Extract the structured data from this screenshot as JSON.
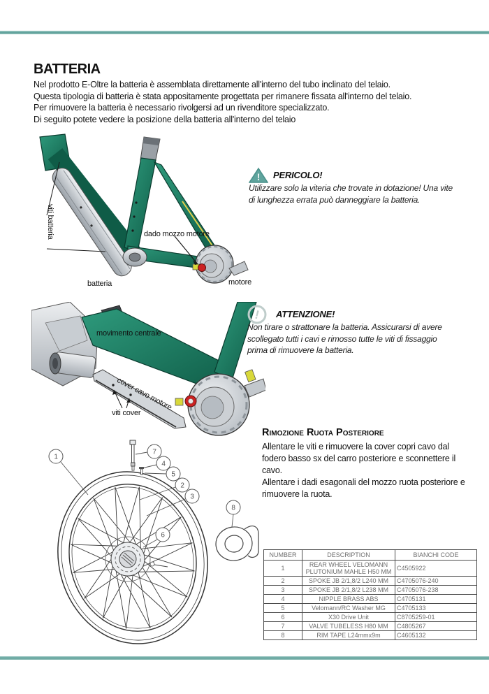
{
  "colors": {
    "accent_teal": "#5FA29B",
    "frame_green": "#1E8A6E",
    "motor_red": "#CC2222",
    "nut_yellow": "#D8D83A",
    "table_text": "#6F6F6F"
  },
  "header": {
    "title": "BATTERIA"
  },
  "intro": {
    "lines": [
      "Nel prodotto E-Oltre la batteria è assemblata direttamente all'interno del tubo inclinato del telaio.",
      "Questa tipologia di batteria è stata appositamente progettata per rimanere fissata all'interno del telaio.",
      "Per rimuovere la batteria è necessario rivolgersi ad un rivenditore specializzato.",
      "Di seguito potete vedere la posizione della batteria all'interno del telaio"
    ]
  },
  "figure1": {
    "labels": {
      "viti_batteria": "viti batteria",
      "dado_mozzo_motore": "dado mozzo motore",
      "batteria": "batteria",
      "motore": "motore"
    }
  },
  "danger": {
    "icon_char": "!",
    "title": "PERICOLO!",
    "text": "Utilizzare solo la viteria che trovate in dotazione! Una vite di lunghezza errata può danneggiare la batteria."
  },
  "figure2": {
    "labels": {
      "movimento_centrale": "movimento centrale",
      "cover_cavo_motore": "cover cavo motore",
      "viti_cover": "viti cover"
    }
  },
  "attention": {
    "icon_char": "!",
    "title": "ATTENZIONE!",
    "text": "Non tirare o strattonare la batteria. Assicurarsi di avere scollegato tutti i cavi e rimosso tutte le viti di fissaggio prima di rimuovere la batteria."
  },
  "rear_wheel": {
    "title": "Rimozione Ruota Posteriore",
    "lines": [
      "Allentare le viti e rimuovere la cover copri cavo dal fodero basso sx del carro posteriore e sconnettere il cavo.",
      "Allentare i dadi esagonali del mozzo ruota posteriore e rimuovere la ruota."
    ]
  },
  "wheel_diagram": {
    "callouts": [
      "1",
      "7",
      "4",
      "5",
      "2",
      "3",
      "6",
      "8"
    ]
  },
  "parts_table": {
    "headers": [
      "NUMBER",
      "DESCRIPTION",
      "BIANCHI CODE"
    ],
    "rows": [
      {
        "number": "1",
        "description": "REAR WHEEL VELOMANN PLUTONIUM MAHLE H50 MM",
        "code": "C4505922"
      },
      {
        "number": "2",
        "description": "SPOKE JB 2/1,8/2 L240 MM",
        "code": "C4705076-240"
      },
      {
        "number": "3",
        "description": "SPOKE JB 2/1,8/2 L238 MM",
        "code": "C4705076-238"
      },
      {
        "number": "4",
        "description": "NIPPLE BRASS ABS",
        "code": "C4705131"
      },
      {
        "number": "5",
        "description": "Velomann/RC Washer MG",
        "code": "C4705133"
      },
      {
        "number": "6",
        "description": "X30 Drive Unit",
        "code": "C8705259-01"
      },
      {
        "number": "7",
        "description": "VALVE TUBELESS H80 MM",
        "code": "C4805267"
      },
      {
        "number": "8",
        "description": "RIM TAPE L24mmx9m",
        "code": "C4605132"
      }
    ]
  }
}
